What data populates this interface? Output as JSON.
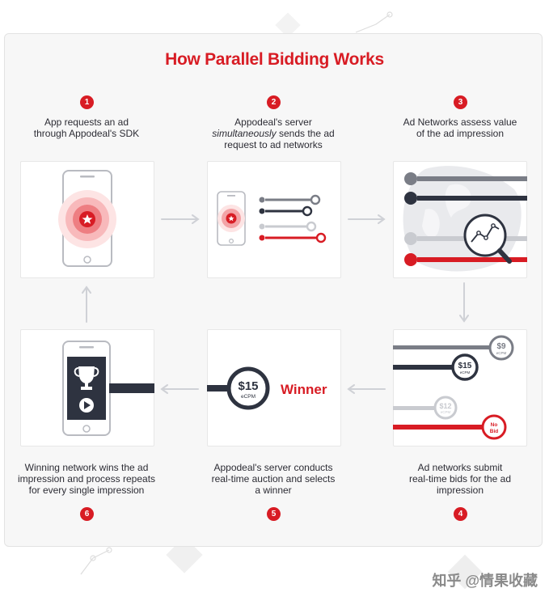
{
  "title": "How Parallel Bidding Works",
  "steps": [
    {
      "number": "1",
      "lines": [
        "App requests an ad",
        "through Appodeal's SDK"
      ]
    },
    {
      "number": "2",
      "line1": "Appodeal's server",
      "line2_italic": "simultaneously",
      "line2_rest": " sends the ad",
      "line3": "request to ad networks"
    },
    {
      "number": "3",
      "lines": [
        "Ad Networks assess value",
        "of the ad impression"
      ]
    },
    {
      "number": "4",
      "lines": [
        "Ad networks submit",
        "real-time bids for the ad",
        "impression"
      ]
    },
    {
      "number": "5",
      "lines": [
        "Appodeal's server conducts",
        "real-time auction and selects",
        "a winner"
      ]
    },
    {
      "number": "6",
      "lines": [
        "Winning network wins the ad",
        "impression and process repeats",
        "for every single impression"
      ]
    }
  ],
  "bids": [
    {
      "amount": "$9",
      "unit": "eCPM"
    },
    {
      "amount": "$15",
      "unit": "eCPM"
    },
    {
      "amount": "$12",
      "unit": "eCPM"
    },
    {
      "amount": "No",
      "unit": "Bid"
    }
  ],
  "winner": {
    "amount": "$15",
    "unit": "eCPM",
    "label": "Winner"
  },
  "watermark": "知乎 @情果收藏",
  "colors": {
    "red": "#d81c24",
    "dark": "#2e3340",
    "gray": "#7a7d86",
    "light_gray": "#c9cbd0"
  }
}
